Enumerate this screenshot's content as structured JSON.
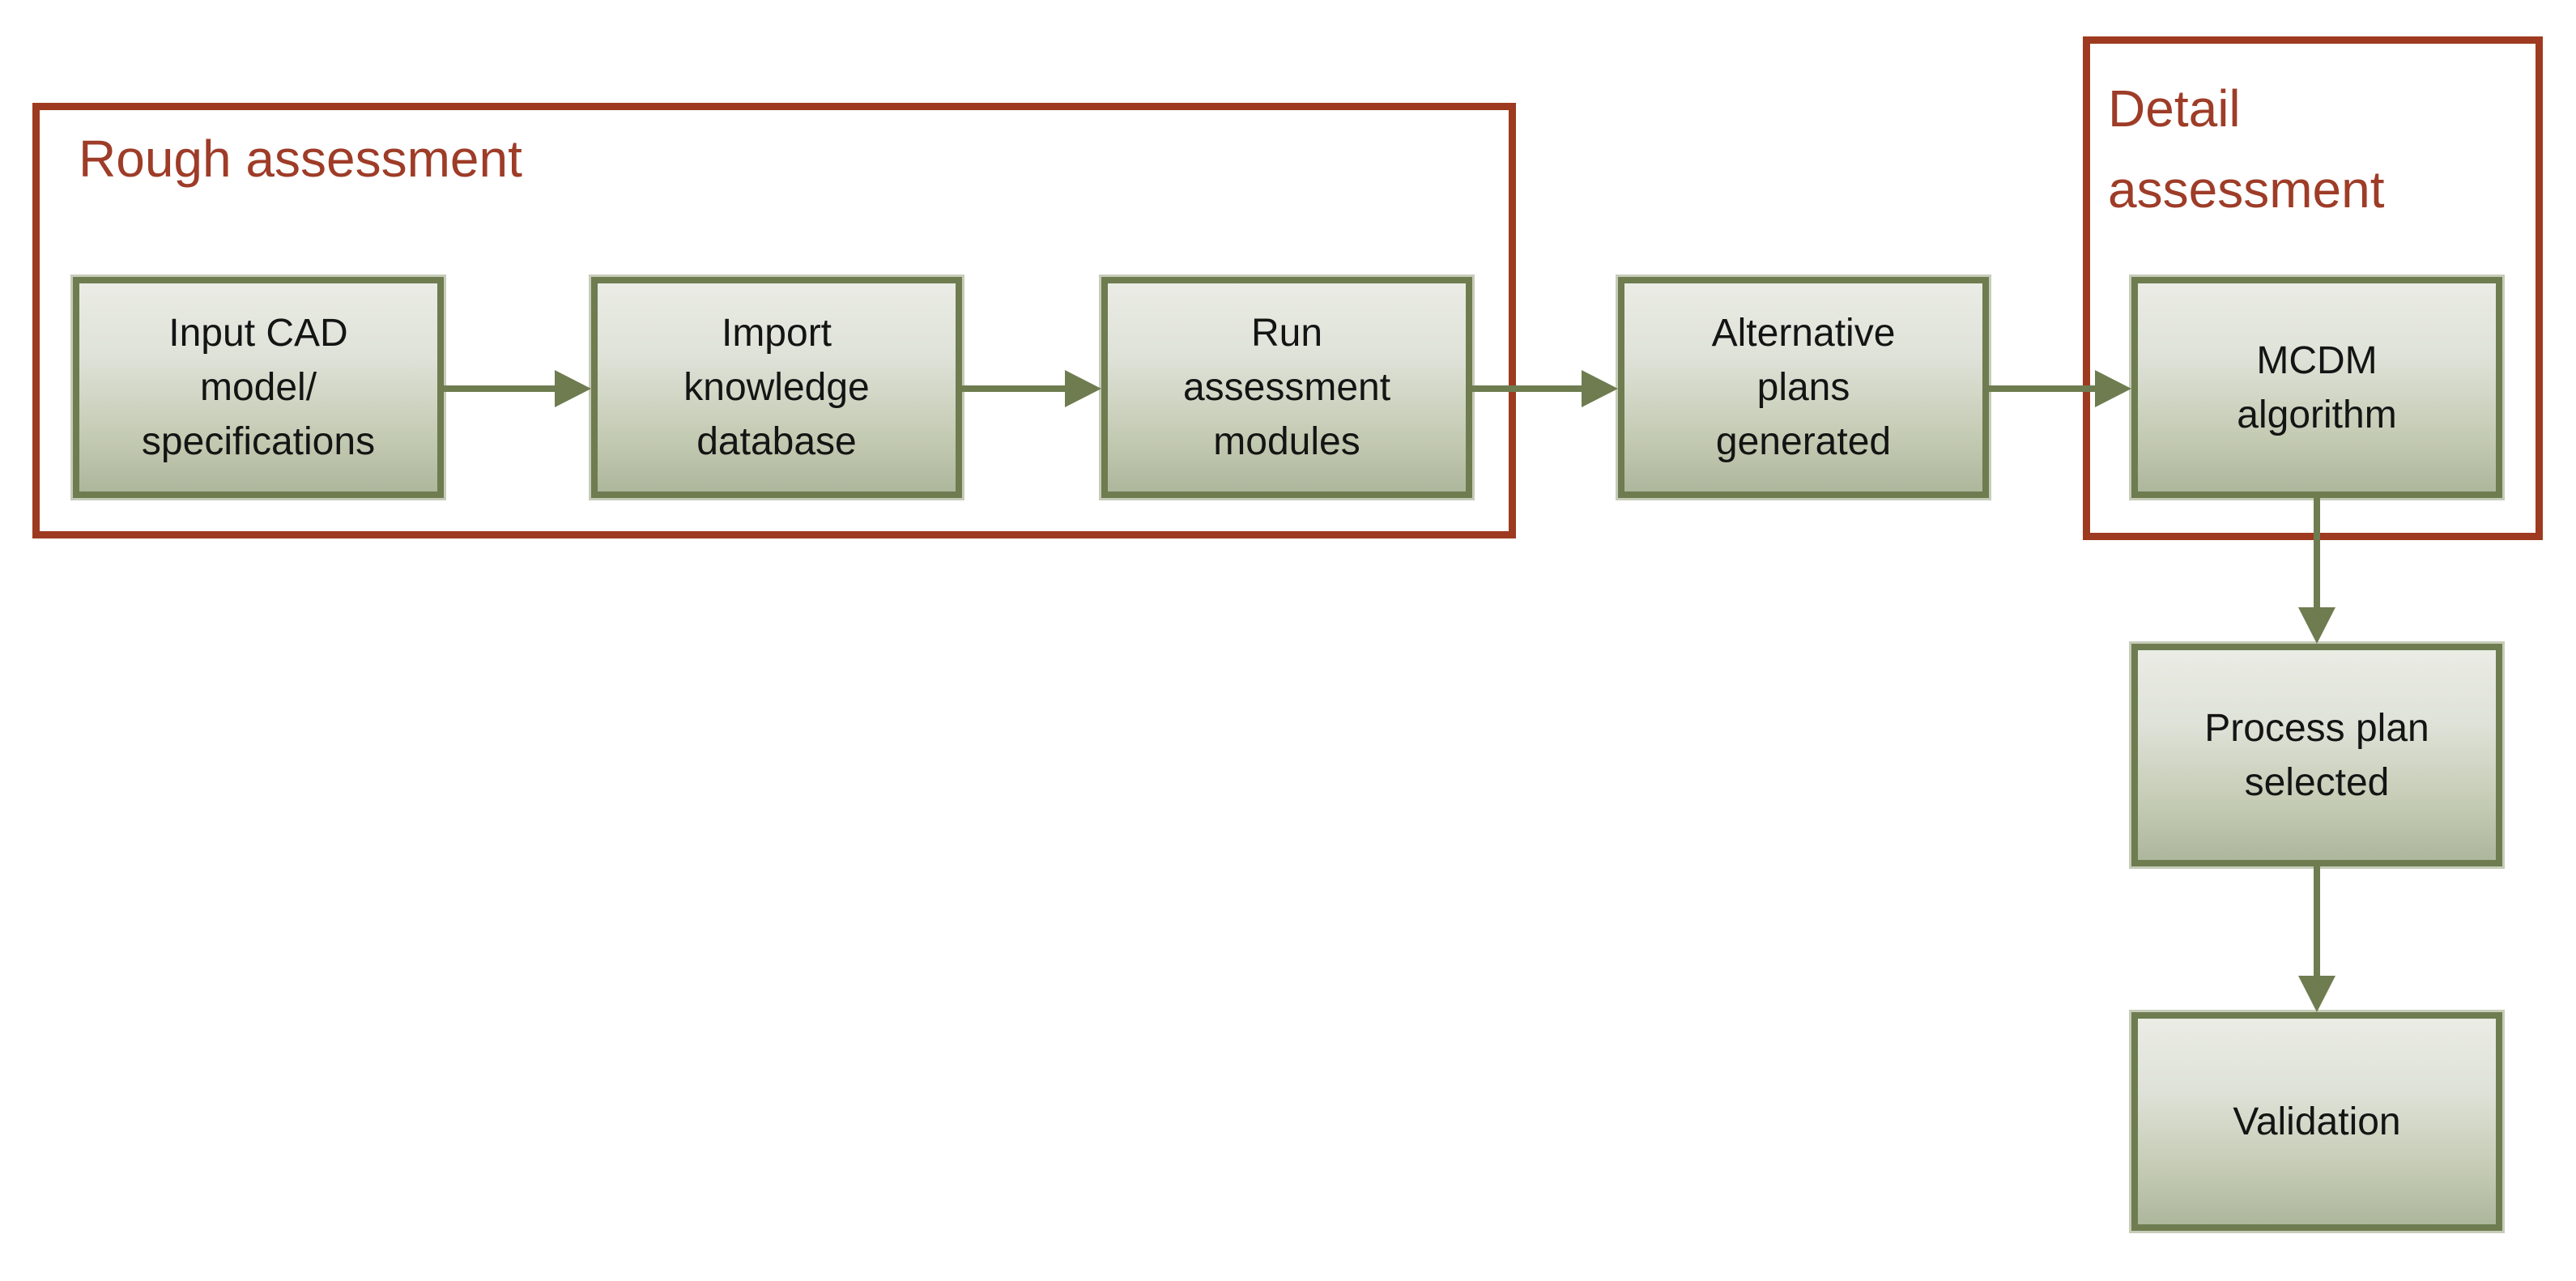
{
  "diagram": {
    "groups": [
      {
        "id": "rough-assessment",
        "label": "Rough assessment"
      },
      {
        "id": "detail-assessment",
        "label": "Detail\nassessment"
      }
    ],
    "nodes": [
      {
        "id": "input-cad-model-specifications",
        "label": "Input CAD\nmodel/\nspecifications"
      },
      {
        "id": "import-knowledge-database",
        "label": "Import\nknowledge\ndatabase"
      },
      {
        "id": "run-assessment-modules",
        "label": "Run\nassessment\nmodules"
      },
      {
        "id": "alternative-plans-generated",
        "label": "Alternative\nplans\ngenerated"
      },
      {
        "id": "mcdm-algorithm",
        "label": "MCDM\nalgorithm"
      },
      {
        "id": "process-plan-selected",
        "label": "Process plan\nselected"
      },
      {
        "id": "validation",
        "label": "Validation"
      }
    ],
    "edges": [
      {
        "from": "input-cad-model-specifications",
        "to": "import-knowledge-database"
      },
      {
        "from": "import-knowledge-database",
        "to": "run-assessment-modules"
      },
      {
        "from": "run-assessment-modules",
        "to": "alternative-plans-generated"
      },
      {
        "from": "alternative-plans-generated",
        "to": "mcdm-algorithm"
      },
      {
        "from": "mcdm-algorithm",
        "to": "process-plan-selected"
      },
      {
        "from": "process-plan-selected",
        "to": "validation"
      }
    ],
    "group_membership": {
      "rough-assessment": [
        "input-cad-model-specifications",
        "import-knowledge-database",
        "run-assessment-modules"
      ],
      "detail-assessment": [
        "mcdm-algorithm"
      ]
    },
    "colors": {
      "group_border": "#9e3a1f",
      "group_label": "#9e3c28",
      "node_border": "#6e7c50",
      "node_fill_top": "#eaece5",
      "node_fill_bottom": "#adb79c",
      "node_text": "#141414",
      "arrow": "#6e7c50",
      "background": "#ffffff"
    }
  }
}
